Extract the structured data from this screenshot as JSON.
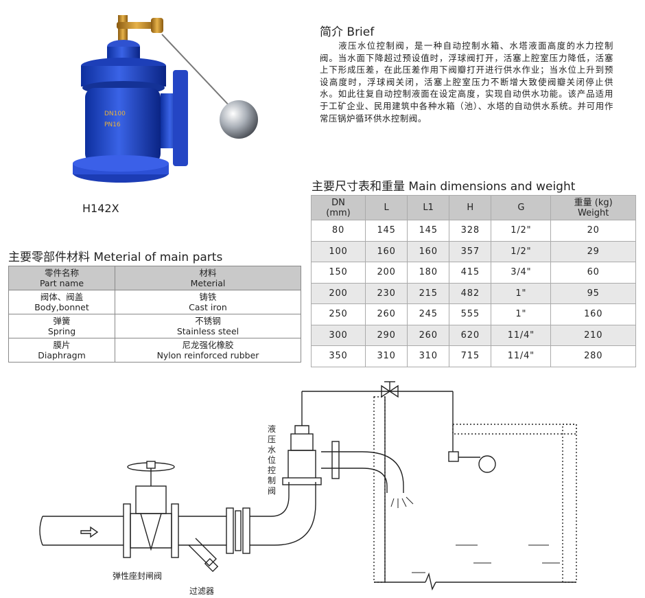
{
  "product": {
    "model": "H142X",
    "plate_text": "DN100 PN16"
  },
  "brief": {
    "title": "简介 Brief",
    "text": "液压水位控制阀，是一种自动控制水箱、水塔液面高度的水力控制阀。当水面下降超过预设值时，浮球阀打开，活塞上腔室压力降低，活塞上下形成压差，在此压差作用下阀瓣打开进行供水作业；当水位上升到预设高度时，浮球阀关闭，活塞上腔室压力不断增大致使阀瓣关闭停止供水。如此往复自动控制液面在设定高度，实现自动供水功能。该产品适用于工矿企业、民用建筑中各种水箱（池）、水塔的自动供水系统。并可用作常压锅炉循环供水控制阀。"
  },
  "materials": {
    "title": "主要零部件材料 Meterial of main parts",
    "header": {
      "part_cn": "零件名称",
      "part_en": "Part name",
      "mat_cn": "材料",
      "mat_en": "Meterial"
    },
    "rows": [
      {
        "part_cn": "阀体、阀盖",
        "part_en": "Body,bonnet",
        "mat_cn": "铸铁",
        "mat_en": "Cast iron"
      },
      {
        "part_cn": "弹簧",
        "part_en": "Spring",
        "mat_cn": "不锈钢",
        "mat_en": "Stainless steel"
      },
      {
        "part_cn": "膜片",
        "part_en": "Diaphragm",
        "mat_cn": "尼龙强化橡胶",
        "mat_en": "Nylon reinforced rubber"
      }
    ]
  },
  "dimensions": {
    "title": "主要尺寸表和重量 Main dimensions and weight",
    "header": {
      "dn": "DN",
      "dn_unit": "(mm)",
      "l": "L",
      "l1": "L1",
      "h": "H",
      "g": "G",
      "wt_cn": "重量 (kg)",
      "wt_en": "Weight"
    },
    "rows": [
      [
        "80",
        "145",
        "145",
        "328",
        "1/2\"",
        "20"
      ],
      [
        "100",
        "160",
        "160",
        "357",
        "1/2\"",
        "29"
      ],
      [
        "150",
        "200",
        "180",
        "415",
        "3/4\"",
        "60"
      ],
      [
        "200",
        "230",
        "215",
        "482",
        "1\"",
        "95"
      ],
      [
        "250",
        "260",
        "245",
        "555",
        "1\"",
        "160"
      ],
      [
        "300",
        "290",
        "260",
        "620",
        "11/4\"",
        "210"
      ],
      [
        "350",
        "310",
        "310",
        "715",
        "11/4\"",
        "280"
      ]
    ]
  },
  "diagram": {
    "valve_label": "液压水位控制阀",
    "gate_valve_label": "弹性座封闸阀",
    "filter_label": "过滤器"
  }
}
